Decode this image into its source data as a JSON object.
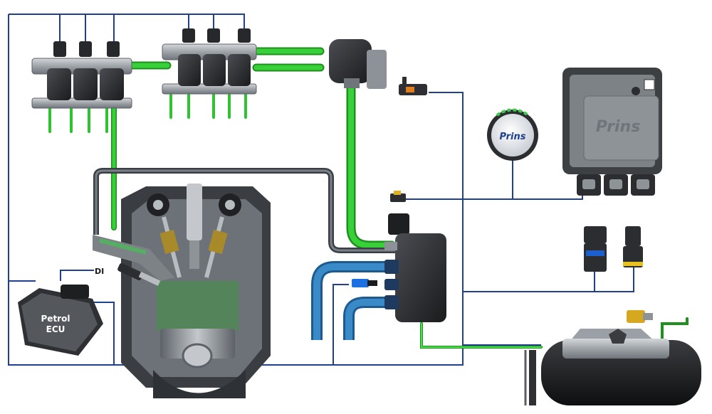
{
  "diagram": {
    "labels": {
      "petrol_ecu_line1": "Petrol",
      "petrol_ecu_line2": "ECU",
      "di_label": "DI",
      "switch_brand": "Prins",
      "ecu_brand": "Prins"
    },
    "colors": {
      "wire": "#1f3f8f",
      "gas_hose": "#2fc32f",
      "gas_hose_dark": "#1f8f1f",
      "coolant_hose": "#2a6fa8",
      "vacuum_hose": "#4a4f55",
      "component_dark": "#2b2d30",
      "component_metal": "#9aa0a6"
    }
  }
}
